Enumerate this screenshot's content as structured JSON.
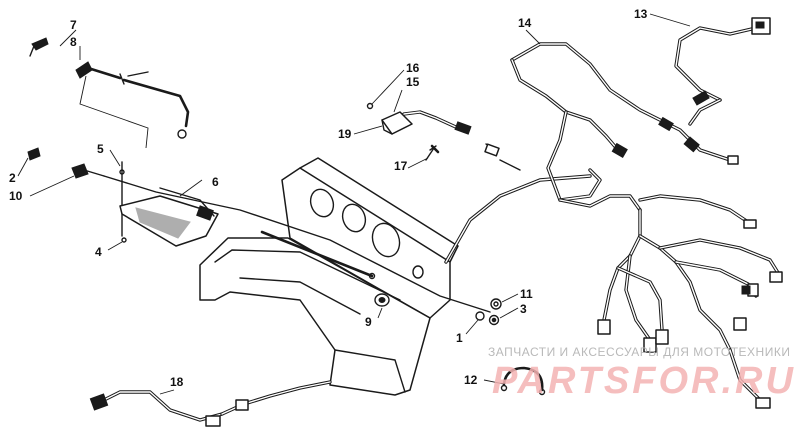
{
  "callouts": [
    {
      "id": "1",
      "text": "1"
    },
    {
      "id": "2",
      "text": "2"
    },
    {
      "id": "3",
      "text": "3"
    },
    {
      "id": "4",
      "text": "4"
    },
    {
      "id": "5",
      "text": "5"
    },
    {
      "id": "6",
      "text": "6"
    },
    {
      "id": "7",
      "text": "7"
    },
    {
      "id": "8",
      "text": "8"
    },
    {
      "id": "9",
      "text": "9"
    },
    {
      "id": "10",
      "text": "10"
    },
    {
      "id": "11",
      "text": "11"
    },
    {
      "id": "12",
      "text": "12"
    },
    {
      "id": "13",
      "text": "13"
    },
    {
      "id": "14",
      "text": "14"
    },
    {
      "id": "15",
      "text": "15"
    },
    {
      "id": "16",
      "text": "16"
    },
    {
      "id": "17",
      "text": "17"
    },
    {
      "id": "18",
      "text": "18"
    },
    {
      "id": "19",
      "text": "19"
    }
  ],
  "watermark": {
    "tagline": "ЗАПЧАСТИ И АКСЕССУАРЫ ДЛЯ МОТОТЕХНИКИ",
    "logo": "PARTSFOR.RU",
    "color_logo": "#f4b3b3",
    "color_tagline": "#b9b9b9"
  }
}
